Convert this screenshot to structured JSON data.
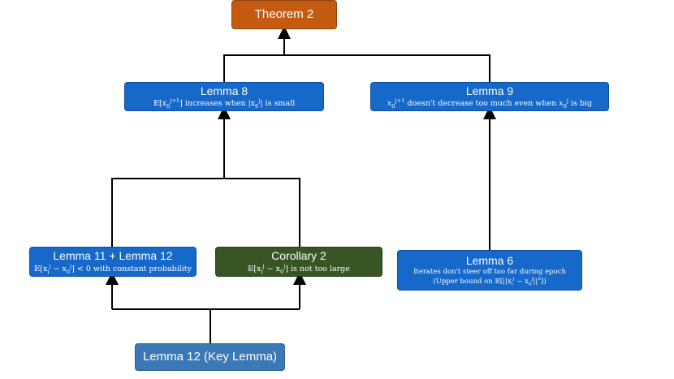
{
  "nodes": {
    "theorem2": {
      "title": "Theorem 2"
    },
    "lemma8": {
      "title": "Lemma 8",
      "math_pre": "𝔼[x",
      "math_sub": "0",
      "math_sup": "j+1",
      "math_post": "]",
      "text_mid": " increases when |x",
      "math_sub2": "0",
      "math_sup2": "j",
      "text_end": "| is small"
    },
    "lemma9": {
      "title": "Lemma 9",
      "var": "x",
      "var_sub": "0",
      "var_sup": "j+1",
      "text_mid": " doesn't decrease too much even when ",
      "var2": "x",
      "var2_sub": "0",
      "var2_sup": "j",
      "text_end": " is big"
    },
    "lemma11_12": {
      "title": "Lemma 11 + Lemma 12",
      "expr": "𝔼[x",
      "expr_sub": "i",
      "expr_sup": "j",
      "expr_mid": " − x",
      "expr_sub2": "0",
      "expr_sup2": "j",
      "expr_post": "] < 0",
      "text_end": " with constant probability"
    },
    "corollary2": {
      "title": "Corollary 2",
      "expr": "𝔼[x",
      "expr_sub": "i",
      "expr_sup": "j",
      "expr_mid": " − x",
      "expr_sub2": "0",
      "expr_sup2": "j",
      "expr_post": "]",
      "text_end": " is not too large"
    },
    "lemma6": {
      "title": "Lemma 6",
      "line1": "Iterates don't steer off too far during epoch",
      "line2_pre": "(Upper bound on ",
      "line2_expr": "𝔼[||x",
      "line2_sub": "i",
      "line2_sup": "j",
      "line2_mid": " − x",
      "line2_sub2": "0",
      "line2_sup2": "j",
      "line2_post": "||",
      "line2_pow": "2",
      "line2_close": "])"
    },
    "lemma12key": {
      "title": "Lemma 12 (Key Lemma)"
    }
  },
  "colors": {
    "primary_blue": "#1668c9",
    "steel_blue": "#3a78b6",
    "orange": "#c55a11",
    "green": "#375623",
    "connector": "#000000"
  },
  "edges": [
    {
      "from": "lemma8",
      "to": "theorem2"
    },
    {
      "from": "lemma9",
      "to": "theorem2"
    },
    {
      "from": "lemma11_12",
      "to": "lemma8"
    },
    {
      "from": "corollary2",
      "to": "lemma8"
    },
    {
      "from": "lemma6",
      "to": "lemma9"
    },
    {
      "from": "lemma12key",
      "to": "lemma11_12"
    },
    {
      "from": "lemma12key",
      "to": "corollary2"
    }
  ]
}
